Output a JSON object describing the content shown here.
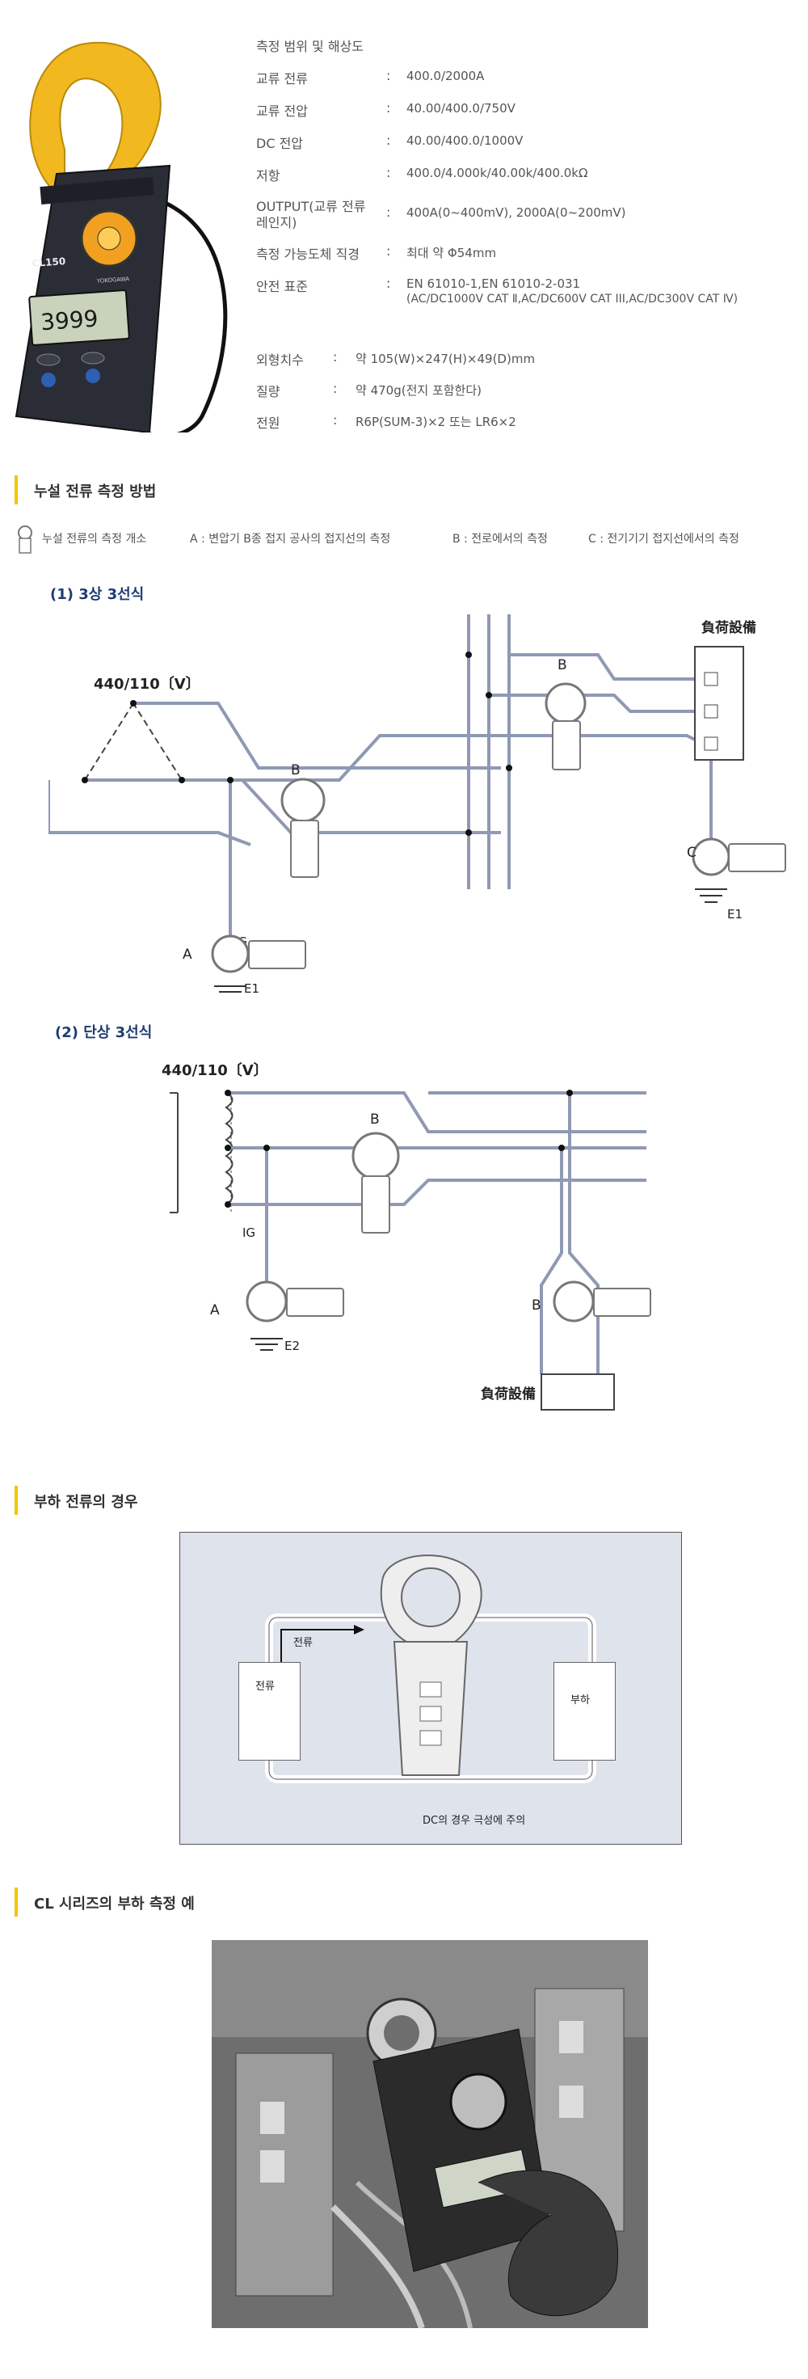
{
  "specs": {
    "heading": "측정 범위 및 해상도",
    "rows": [
      {
        "label": "교류 전류",
        "value": "400.0/2000A"
      },
      {
        "label": "교류 전압",
        "value": "40.00/400.0/750V"
      },
      {
        "label": "DC 전압",
        "value": "40.00/400.0/1000V"
      },
      {
        "label": "저항",
        "value": "400.0/4.000k/40.00k/400.0kΩ"
      },
      {
        "label": "OUTPUT(교류 전류",
        "label2": "레인지)",
        "value": "400A(0~400mV), 2000A(0~200mV)"
      },
      {
        "label": "측정 가능도체 직경",
        "value": "최대 약 Φ54mm"
      },
      {
        "label": "안전 표준",
        "value": "EN 61010-1,EN 61010-2-031",
        "value2": "(AC/DC1000V CAT Ⅱ,AC/DC600V CAT III,AC/DC300V CAT Ⅳ)"
      }
    ],
    "extra": [
      {
        "label": "외형치수",
        "value": "약 105(W)×247(H)×49(D)mm"
      },
      {
        "label": "질량",
        "value": "약 470g(전지 포함한다)"
      },
      {
        "label": "전원",
        "value": "R6P(SUM-3)×2 또는 LR6×2"
      }
    ],
    "colon": ":"
  },
  "meter": {
    "model": "CL150",
    "display": "3999",
    "brand": "YOKOGAWA"
  },
  "leak": {
    "title": "누설 전류 측정 방법",
    "legend_label": "누설 전류의 측정 개소",
    "legend_a": "A : 변압기 B종 접지 공사의 접지선의 측정",
    "legend_b": "B : 전로에서의 측정",
    "legend_c": "C : 전기기기 접지선에서의 측정",
    "sub1": "(1) 3상 3선식",
    "sub2": "(2) 단상 3선식",
    "voltage": "440/110〔V〕",
    "load": "負荷設備",
    "a": "A",
    "b": "B",
    "c": "C",
    "ig": "IG",
    "e1": "E1",
    "e2": "E2"
  },
  "load_current": {
    "title": "부하 전류의 경우",
    "current_arrow": "전류",
    "source_box": "전류",
    "load_box": "부하",
    "note": "DC의 경우 극성에 주의"
  },
  "example": {
    "title": "CL 시리즈의 부하 측정 예"
  },
  "colors": {
    "accent": "#f5c400",
    "wire": "#8f99b3",
    "navy": "#1f3c73",
    "meter_yellow": "#f2b820"
  }
}
